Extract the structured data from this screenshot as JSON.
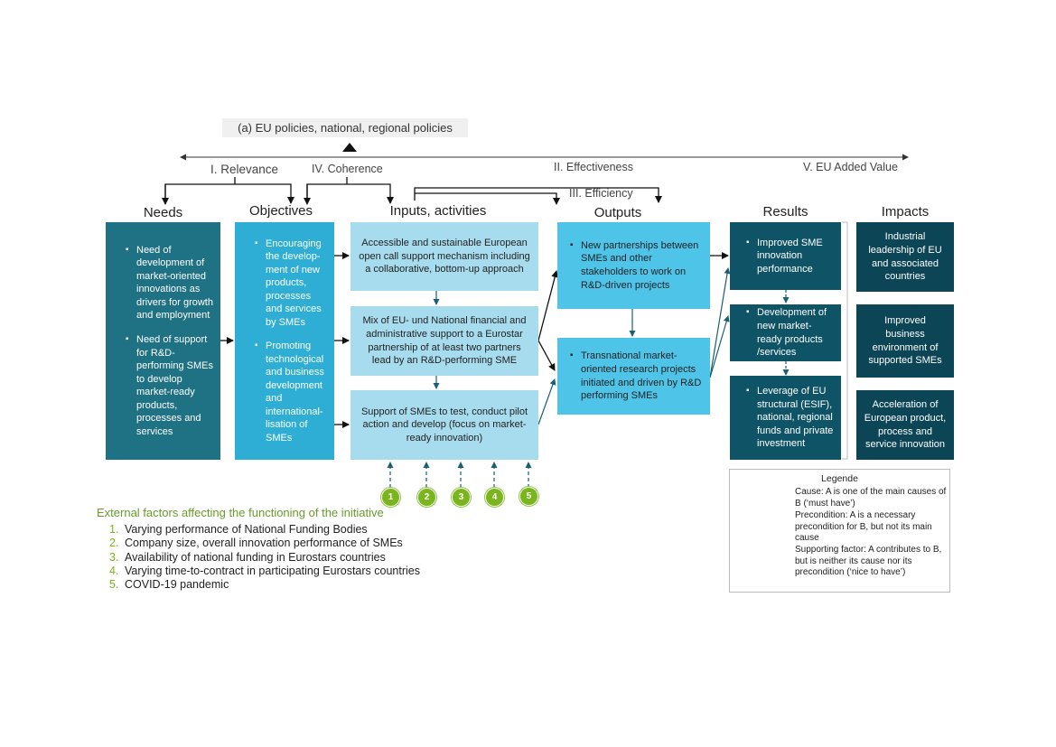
{
  "policy_label": "(a) EU policies, national, regional policies",
  "criteria": {
    "relevance": "I. Relevance",
    "coherence": "IV. Coherence",
    "effectiveness": "II. Effectiveness",
    "efficiency": "III. Efficiency",
    "added_value": "V. EU Added Value"
  },
  "columns": {
    "needs": "Needs",
    "objectives": "Objectives",
    "inputs": "Inputs, activities",
    "outputs": "Outputs",
    "results": "Results",
    "impacts": "Impacts"
  },
  "needs": [
    "Need of development of market-oriented innovations as drivers for growth and employment",
    "Need of support for R&D-performing SMEs to develop market-ready products, processes and services"
  ],
  "objectives": [
    "Encouraging the develop-ment of new products, processes and services by SMEs",
    "Promoting technological and business development and international-lisation of SMEs"
  ],
  "inputs": [
    "Accessible and sustainable European open call support mechanism including a collaborative, bottom-up approach",
    "Mix of EU- und National financial and administrative support to a Eurostar partnership of at least two partners lead by an R&D-performing SME",
    "Support of SMEs to test, conduct pilot action and develop (focus on market-ready innovation)"
  ],
  "outputs": [
    "New partnerships between SMEs and other stakeholders to work on R&D-driven projects",
    "Transnational market-oriented research projects initiated and driven by R&D performing SMEs"
  ],
  "results": [
    "Improved SME innovation performance",
    "Development of new market-ready products /services",
    "Leverage of EU structural (ESIF), national, regional funds and private investment"
  ],
  "impacts": [
    "Industrial leadership of EU and associated countries",
    "Improved business environment of supported SMEs",
    "Acceleration of European product, process and service innovation"
  ],
  "factor_numbers": [
    "1",
    "2",
    "3",
    "4",
    "5"
  ],
  "external_factors": {
    "title": "External factors affecting the functioning of the initiative",
    "items": [
      {
        "num": "1.",
        "text": "Varying performance of National Funding Bodies"
      },
      {
        "num": "2.",
        "text": "Company size, overall innovation performance of SMEs"
      },
      {
        "num": "3.",
        "text": "Availability of national funding in Eurostars countries"
      },
      {
        "num": "4.",
        "text": "Varying time-to-contract in participating Eurostars countries"
      },
      {
        "num": "5.",
        "text": "COVID-19 pandemic"
      }
    ]
  },
  "legend": {
    "title": "Legende",
    "cause": "Cause: A is one of the main causes of B (‘must have’)",
    "precondition": "Precondition: A is a necessary precondition for B, but not its main cause",
    "supporting": "Supporting factor: A contributes to B, but is neither its cause nor its precondition (‘nice to have’)"
  },
  "colors": {
    "needs": "#1f7184",
    "objectives": "#2eaed4",
    "inputs": "#a7dcee",
    "outputs": "#4ec4e8",
    "results": "#0f5466",
    "impacts": "#0c4556",
    "factor_circle": "#7ab51d"
  }
}
